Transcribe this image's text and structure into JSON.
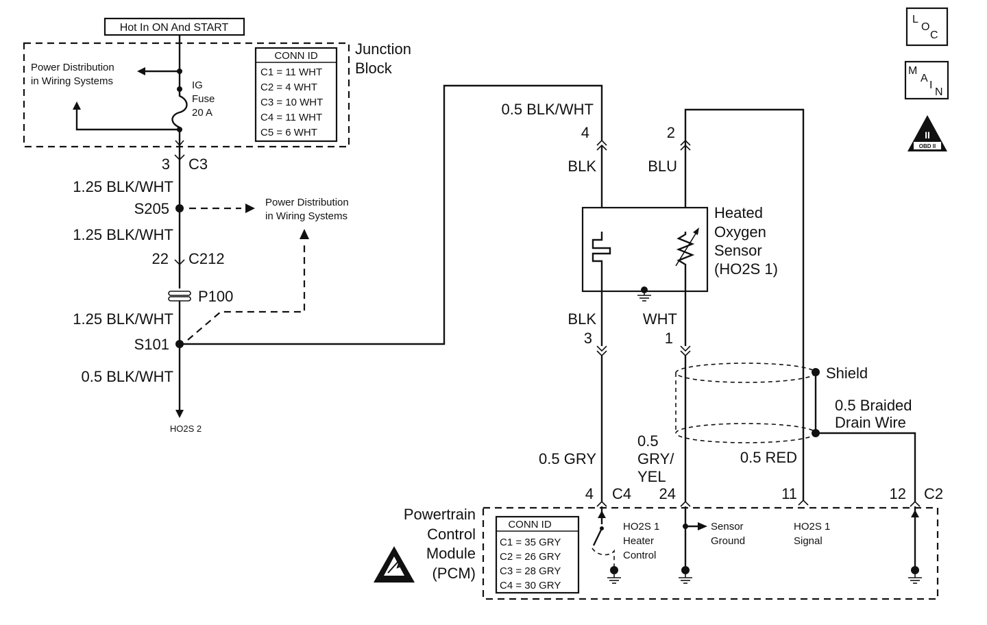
{
  "top_label": "Hot In ON And START",
  "junction_block": {
    "title_line1": "Junction",
    "title_line2": "Block",
    "power_dist_line1": "Power Distribution",
    "power_dist_line2": "in Wiring Systems",
    "fuse_line1": "IG",
    "fuse_line2": "Fuse",
    "fuse_line3": "20 A",
    "conn_title": "CONN ID",
    "conn_rows": [
      "C1 = 11 WHT",
      "C2 = 4 WHT",
      "C3 = 10 WHT",
      "C4 = 11 WHT",
      "C5 = 6 WHT"
    ]
  },
  "left_circuit": {
    "c3_pin": "3",
    "c3_label": "C3",
    "wire1": "1.25 BLK/WHT",
    "s205": "S205",
    "power_dist_line1": "Power Distribution",
    "power_dist_line2": "in Wiring Systems",
    "wire2": "1.25 BLK/WHT",
    "c212_pin": "22",
    "c212_label": "C212",
    "p100": "P100",
    "wire3": "1.25 BLK/WHT",
    "s101": "S101",
    "wire4": "0.5 BLK/WHT",
    "ho2s2": "HO2S 2"
  },
  "sensor": {
    "wire_top": "0.5 BLK/WHT",
    "pin4": "4",
    "pin2": "2",
    "blk_top": "BLK",
    "blu": "BLU",
    "name_line1": "Heated",
    "name_line2": "Oxygen",
    "name_line3": "Sensor",
    "name_line4": "(HO2S 1)",
    "blk_bottom": "BLK",
    "pin3": "3",
    "wht": "WHT",
    "pin1": "1",
    "shield": "Shield",
    "braided_line1": "0.5 Braided",
    "braided_line2": "Drain Wire",
    "gry": "0.5 GRY",
    "gryyel_line1": "0.5",
    "gryyel_line2": "GRY/",
    "gryyel_line3": "YEL",
    "red": "0.5 RED"
  },
  "pcm": {
    "pin4": "4",
    "c4": "C4",
    "pin24": "24",
    "pin11": "11",
    "pin12": "12",
    "c2": "C2",
    "name_line1": "Powertrain",
    "name_line2": "Control",
    "name_line3": "Module",
    "name_line4": "(PCM)",
    "conn_title": "CONN ID",
    "conn_rows": [
      "C1 = 35 GRY",
      "C2 = 26 GRY",
      "C3 = 28 GRY",
      "C4 = 30 GRY"
    ],
    "heater_line1": "HO2S 1",
    "heater_line2": "Heater",
    "heater_line3": "Control",
    "ground_line1": "Sensor",
    "ground_line2": "Ground",
    "signal_line1": "HO2S 1",
    "signal_line2": "Signal"
  },
  "icons": {
    "loc_letters": [
      "L",
      "O",
      "C"
    ],
    "main_letters": [
      "M",
      "A",
      "I",
      "N"
    ],
    "obd_numeral": "II",
    "obd_label": "OBD II"
  }
}
